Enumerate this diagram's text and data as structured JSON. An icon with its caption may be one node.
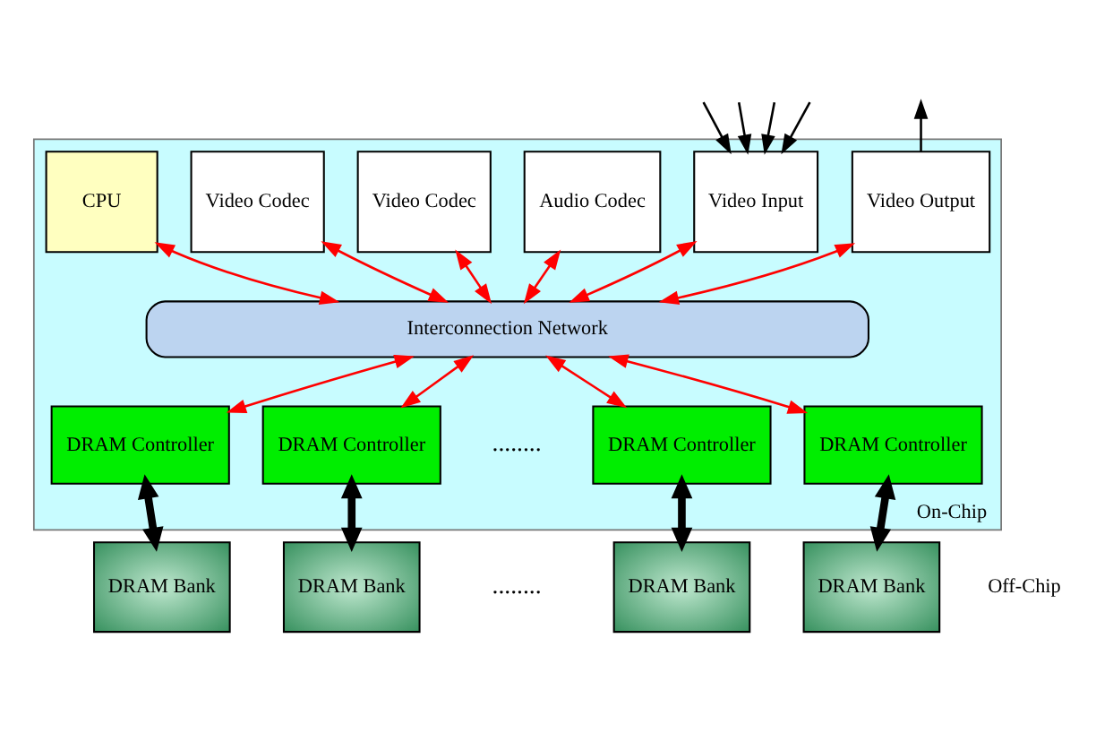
{
  "diagram": {
    "nodes": [
      {
        "text": [
          "On-Chip"
        ]
      },
      {
        "text": [
          "CPU"
        ],
        "in": 0
      },
      {
        "text": [
          "Video Codec"
        ],
        "in": 0
      },
      {
        "text": [
          "Video Codec"
        ],
        "in": 0
      },
      {
        "text": [
          "Audio Codec"
        ],
        "in": 0
      },
      {
        "text": [
          "Video Input"
        ],
        "in": 0
      },
      {
        "text": [
          "Video Output"
        ],
        "in": 0
      },
      {
        "text": [
          "Interconnection Network"
        ],
        "in": 0
      },
      {
        "text": [
          "DRAM Controller"
        ],
        "in": 0
      },
      {
        "text": [
          "DRAM Controller"
        ],
        "in": 0
      },
      {
        "text": [
          "DRAM Controller"
        ],
        "in": 0
      },
      {
        "text": [
          "DRAM Controller"
        ],
        "in": 0
      },
      {
        "text": [
          "DRAM Bank"
        ]
      },
      {
        "text": [
          "DRAM Bank"
        ]
      },
      {
        "text": [
          "DRAM Bank"
        ]
      },
      {
        "text": [
          "DRAM Bank"
        ]
      }
    ],
    "edges": [
      {
        "from": null,
        "to": 5,
        "arrow": "to",
        "color": "#000000"
      },
      {
        "from": null,
        "to": 5,
        "arrow": "to",
        "color": "#000000"
      },
      {
        "from": null,
        "to": 5,
        "arrow": "to",
        "color": "#000000"
      },
      {
        "from": null,
        "to": 5,
        "arrow": "to",
        "color": "#000000"
      },
      {
        "from": 6,
        "to": null,
        "arrow": "to",
        "color": "#000000"
      },
      {
        "from": 1,
        "to": 7,
        "arrow": "both"
      },
      {
        "from": 2,
        "to": 7,
        "arrow": "both"
      },
      {
        "from": 3,
        "to": 7,
        "arrow": "both"
      },
      {
        "from": 4,
        "to": 7,
        "arrow": "both"
      },
      {
        "from": 5,
        "to": 7,
        "arrow": "both"
      },
      {
        "from": 6,
        "to": 7,
        "arrow": "both"
      },
      {
        "from": 7,
        "to": 8,
        "arrow": "both"
      },
      {
        "from": 7,
        "to": 9,
        "arrow": "both"
      },
      {
        "from": 7,
        "to": 10,
        "arrow": "both"
      },
      {
        "from": 7,
        "to": 11,
        "arrow": "both"
      },
      {
        "from": 8,
        "to": 12,
        "arrow": "both",
        "style": "thick",
        "color": "#000000"
      },
      {
        "from": 9,
        "to": 13,
        "arrow": "both",
        "style": "thick",
        "color": "#000000"
      },
      {
        "from": 10,
        "to": 14,
        "arrow": "both",
        "style": "thick",
        "color": "#000000"
      },
      {
        "from": 11,
        "to": 15,
        "arrow": "both",
        "style": "thick",
        "color": "#000000"
      }
    ],
    "labels": [
      "........",
      "Off-Chip",
      "........"
    ]
  }
}
